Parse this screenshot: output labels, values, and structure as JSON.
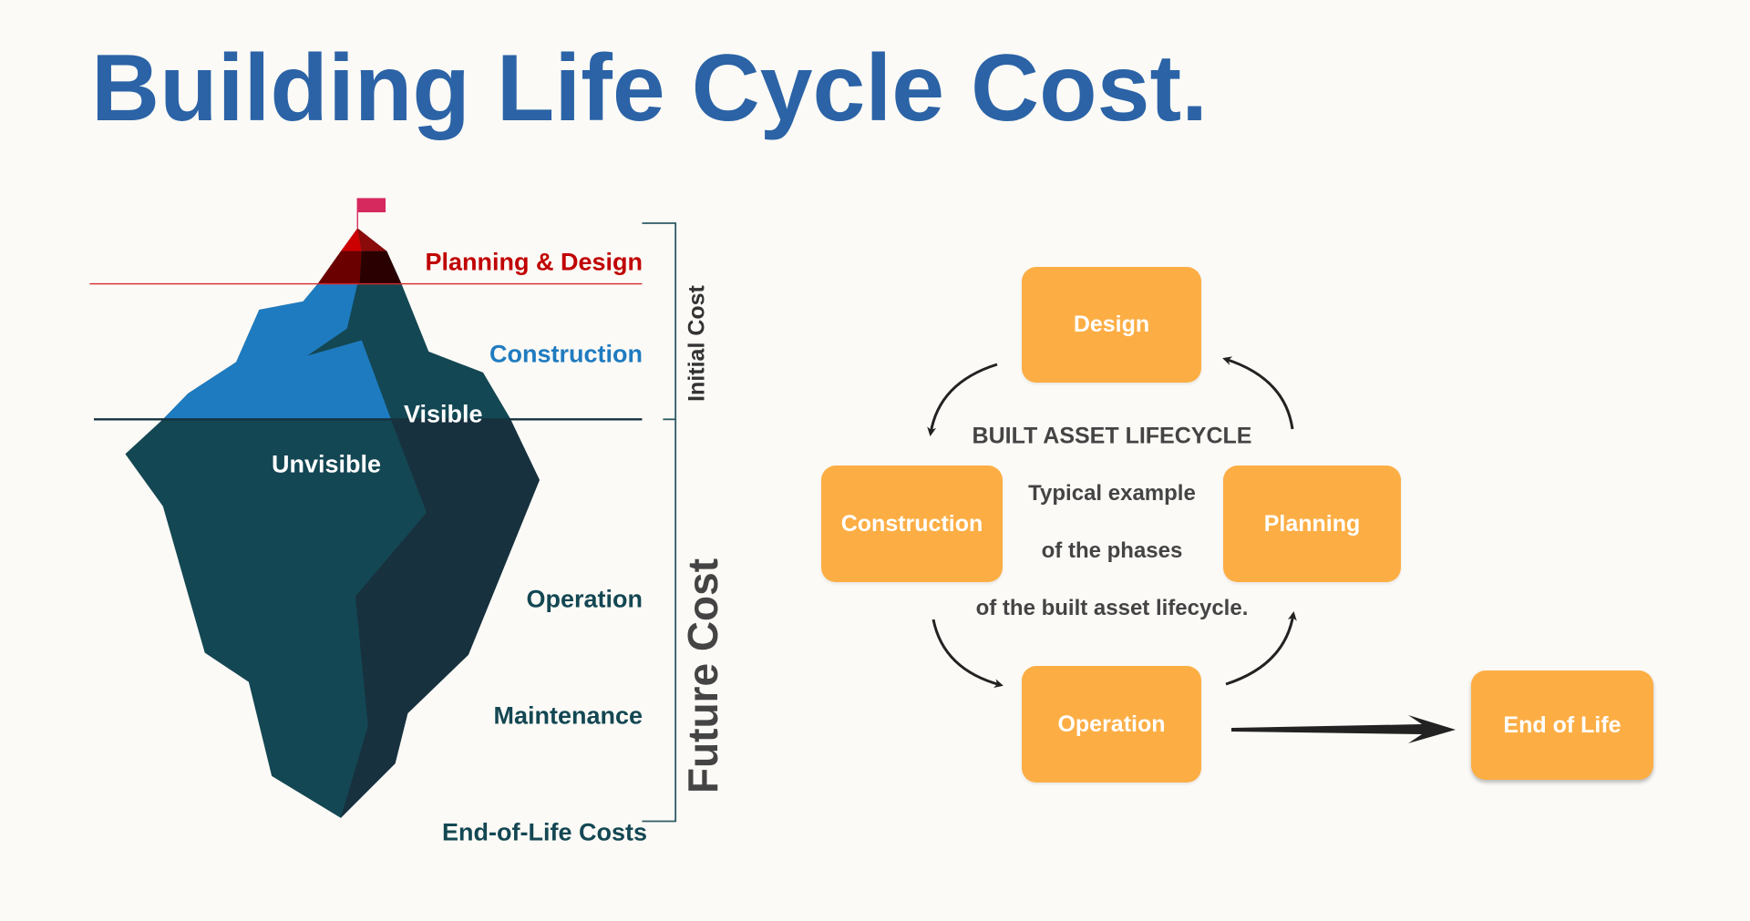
{
  "title": "Building Life Cycle Cost.",
  "iceberg": {
    "labels": {
      "planning_design": "Planning & Design",
      "construction": "Construction",
      "visible": "Visible",
      "unvisible": "Unvisible",
      "operation": "Operation",
      "maintenance": "Maintenance",
      "end_of_life_costs": "End-of-Life Costs"
    },
    "brackets": {
      "initial_cost": "Initial Cost",
      "future_cost": "Future Cost"
    },
    "colors": {
      "red": "#c00000",
      "blue": "#1f7bc0",
      "teal": "#134753",
      "dark": "#18313f",
      "flag": "#d6295e"
    }
  },
  "lifecycle": {
    "heading": "BUILT ASSET LIFECYCLE",
    "description": [
      "Typical example",
      "of the phases",
      "of the built asset lifecycle."
    ],
    "phases": {
      "design": "Design",
      "construction": "Construction",
      "planning": "Planning",
      "operation": "Operation",
      "end_of_life": "End of Life"
    },
    "box_color": "#fcae45"
  }
}
